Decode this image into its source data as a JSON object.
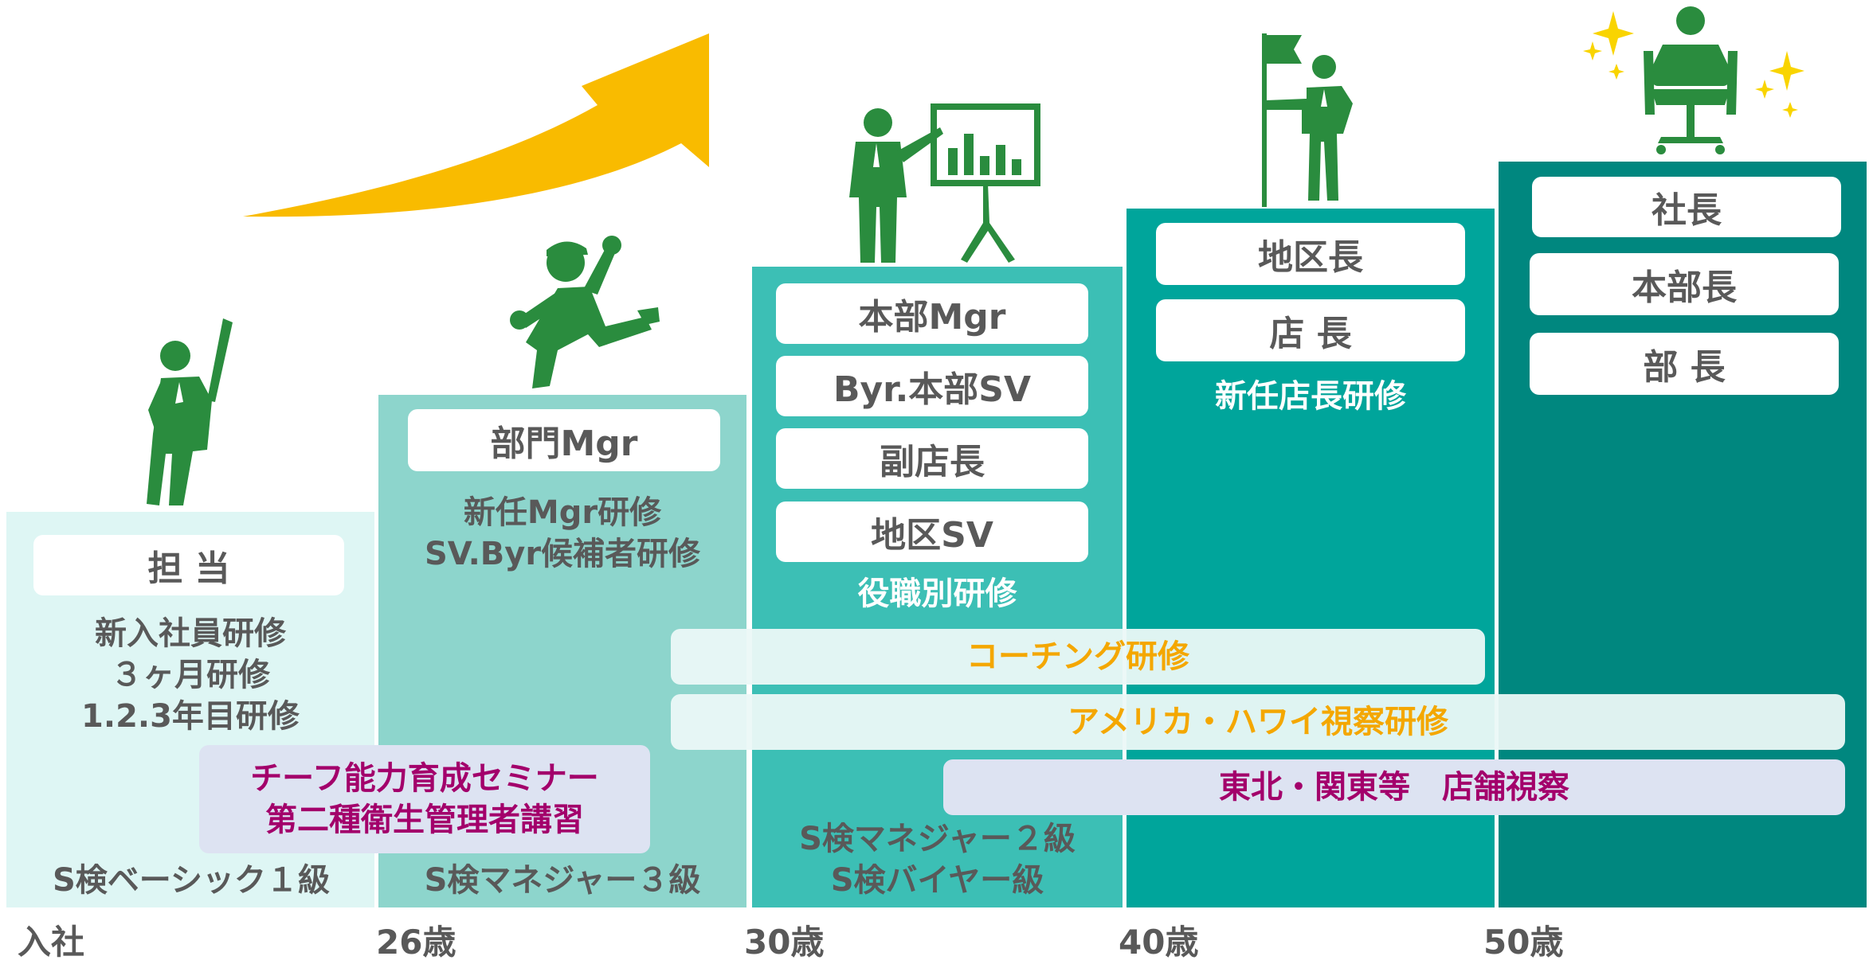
{
  "colors": {
    "col1": "#def6f4",
    "col2": "#8dd5cc",
    "col3": "#3cbfb5",
    "col4": "#00a59b",
    "col5": "#00877f",
    "figure": "#2a8c3e",
    "arrow": "#f9bb00",
    "orange_text": "#f4a700",
    "magenta_text": "#a3006b",
    "gray_text": "#595959"
  },
  "stages": [
    {
      "roles": [
        "担 当"
      ],
      "training": "新入社員研修\n３ヶ月研修\n1.2.3年目研修",
      "qualification": "S検ベーシック１級",
      "age": "入社",
      "figure_icon": "cheering-person-icon"
    },
    {
      "roles": [
        "部門Mgr"
      ],
      "training": "新任Mgr研修\nSV.Byr候補者研修",
      "qualification": "S検マネジャー３級",
      "age": "26歳",
      "figure_icon": "jumping-person-icon"
    },
    {
      "roles": [
        "本部Mgr",
        "Byr.本部SV",
        "副店長",
        "地区SV"
      ],
      "training": "役職別研修",
      "qualification": "S検マネジャー２級\nS検バイヤー級",
      "age": "30歳",
      "figure_icon": "presenter-with-chart-icon"
    },
    {
      "roles": [
        "地区長",
        "店 長"
      ],
      "training": "新任店長研修",
      "qualification": "",
      "age": "40歳",
      "figure_icon": "person-with-flag-icon"
    },
    {
      "roles": [
        "社長",
        "本部長",
        "部 長"
      ],
      "training": "",
      "qualification": "",
      "age": "50歳",
      "figure_icon": "seated-person-sparkle-icon"
    }
  ],
  "programs": {
    "chief": "チーフ能力育成セミナー\n第二種衛生管理者講習",
    "coaching": "コーチング研修",
    "america": "アメリカ・ハワイ視察研修",
    "tohoku": "東北・関東等　店舗視察"
  },
  "growth_arrow_icon": "growth-arrow-icon"
}
